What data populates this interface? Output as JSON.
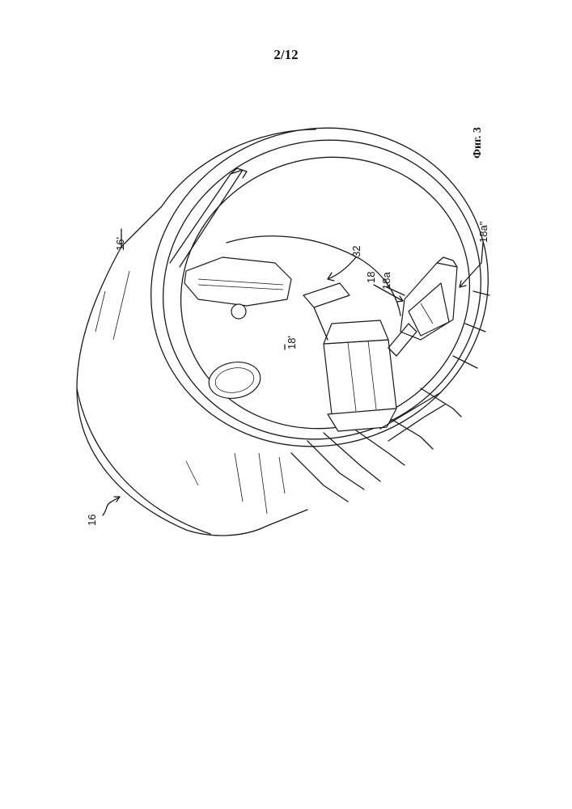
{
  "page": {
    "number": "2/12"
  },
  "figure": {
    "caption": "Фиг. 3",
    "reference_labels": {
      "housing": "16",
      "housing_outer_surface": "16'",
      "insert_wall": "18'",
      "insert": "18",
      "clip": "18a",
      "clip_tip": "18a\"",
      "arc_arrow": "32"
    }
  }
}
